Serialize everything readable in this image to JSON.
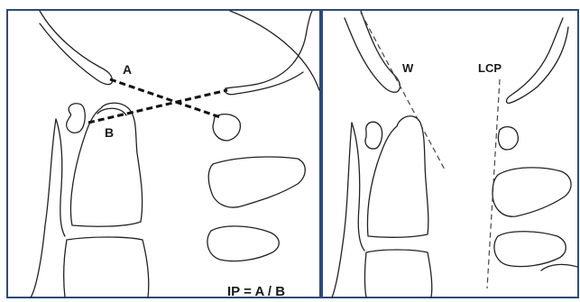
{
  "left_panel": {
    "label_a": "A",
    "label_b": "B",
    "formula": "IP = A / B"
  },
  "right_panel": {
    "label_w": "W",
    "label_lcp": "LCP"
  },
  "colors": {
    "frame": "#2e4a7a",
    "ink": "#222222",
    "dashed_line": "#111111"
  }
}
